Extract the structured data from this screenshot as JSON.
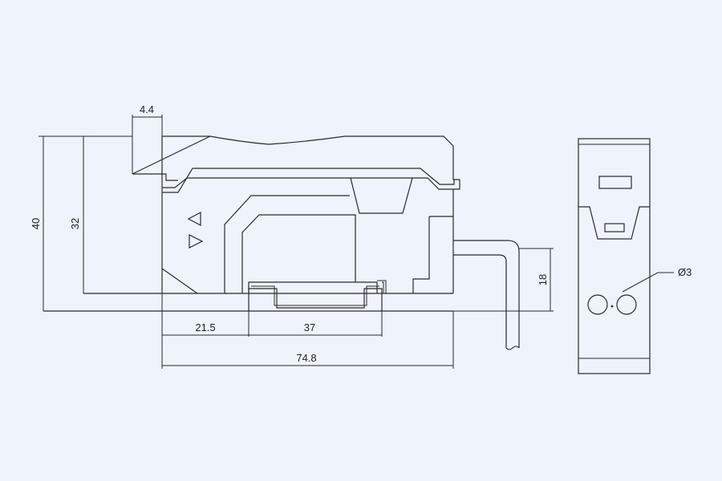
{
  "colors": {
    "background": "#eef3fc",
    "line": "#2a2a2a",
    "text": "#1e1e1e"
  },
  "dimensions": {
    "height_total": "40",
    "height_body": "32",
    "top_offset": "4.4",
    "bottom_left": "21.5",
    "bottom_mid": "37",
    "overall_length": "74.8",
    "cable_height": "18",
    "hole_diameter": "Ø3"
  }
}
